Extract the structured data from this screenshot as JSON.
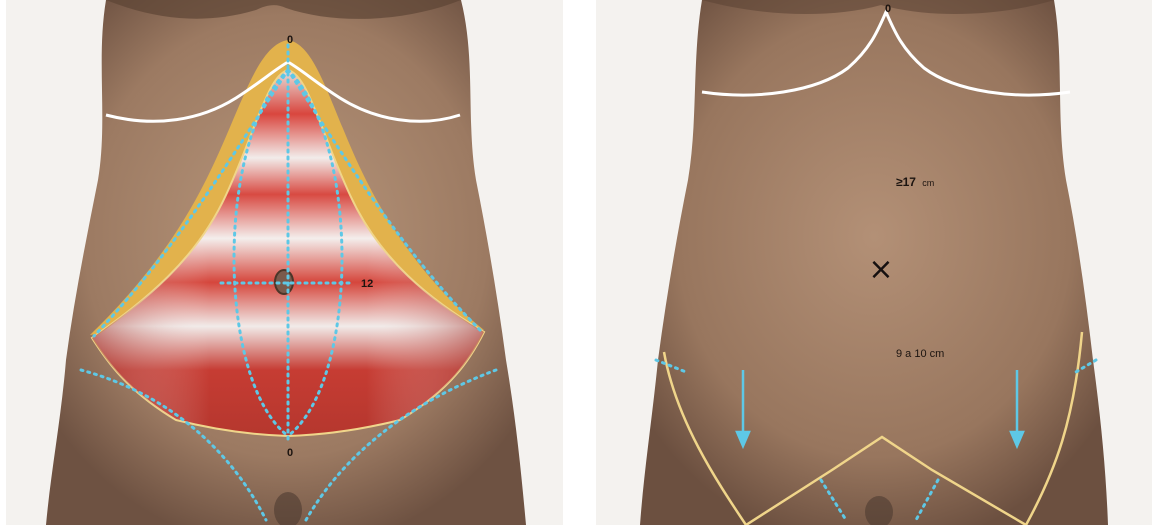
{
  "panels": {
    "left": {
      "labels": {
        "top": "0",
        "side": "12",
        "bottom": "0"
      }
    },
    "right": {
      "labels": {
        "top": "0",
        "upper_measure_value": "≥17",
        "upper_measure_unit": "cm",
        "lower_measure": "9 a 10 cm"
      },
      "marks": {
        "navel_marker": "×"
      }
    }
  },
  "colors": {
    "skin": "#a4826a",
    "skin_light": "#c4a58c",
    "background": "#f4f2ef",
    "dotted_guides": "#5ec8e6",
    "flap_outline": "#f0d58a",
    "fascia_band": "#e2b24c",
    "rib_line": "#ffffff",
    "muscle": "#d94a40"
  }
}
